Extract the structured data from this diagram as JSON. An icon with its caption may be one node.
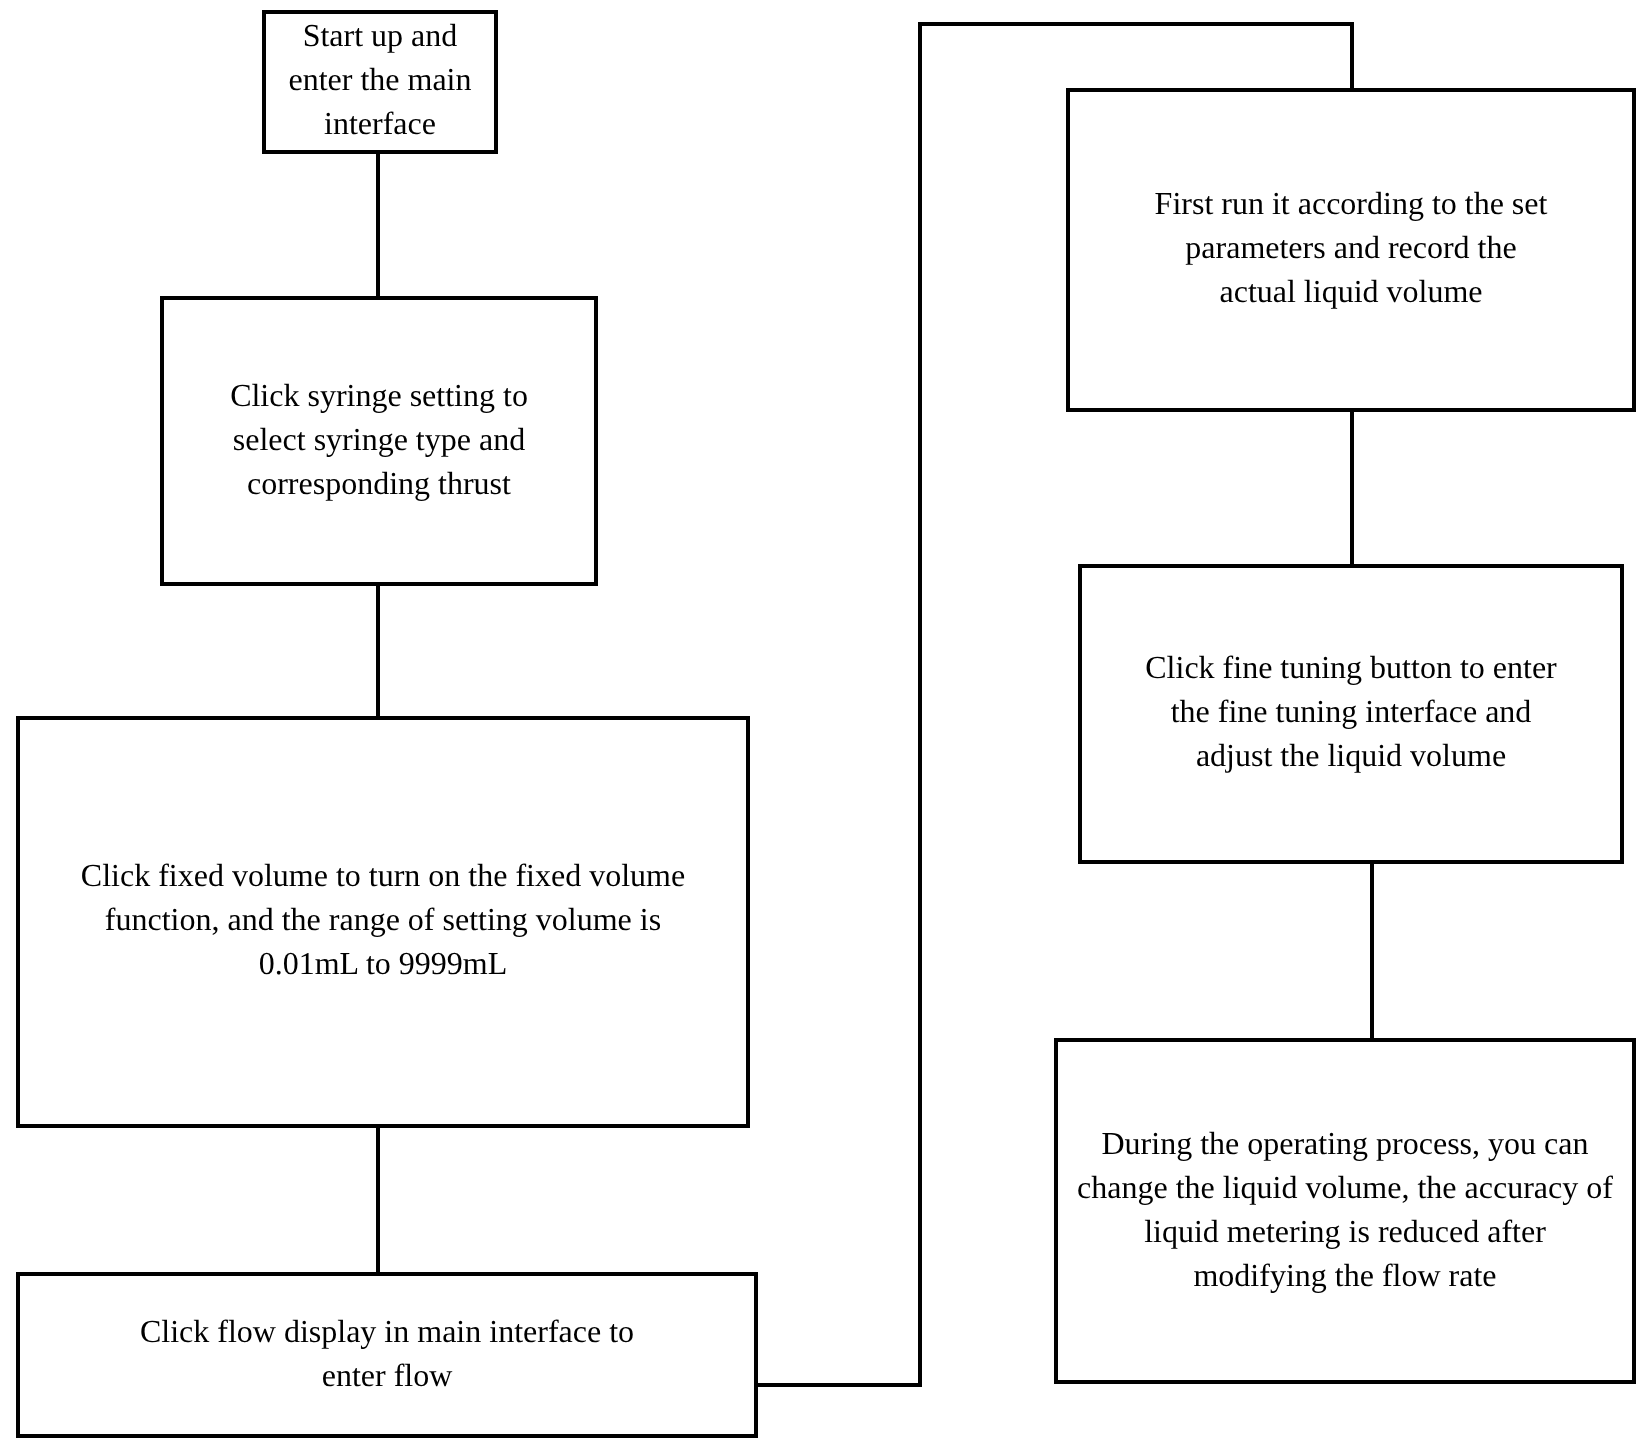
{
  "diagram": {
    "nodes": [
      {
        "text": [
          "Start up and enter the main interface"
        ]
      },
      {
        "text": [
          "Click syringe setting to select syringe type and corresponding thrust"
        ]
      },
      {
        "text": [
          "Click fixed volume to turn on the fixed volume function, and the range of setting volume is 0.01mL to 9999mL"
        ]
      },
      {
        "text": [
          "Click flow display in main interface to enter flow"
        ]
      },
      {
        "text": [
          "First run it according to the set parameters and record the actual liquid volume"
        ]
      },
      {
        "text": [
          "Click fine tuning button to enter the fine tuning interface and adjust the liquid volume"
        ]
      },
      {
        "text": [
          "During the operating process, you can change the liquid volume, the accuracy of liquid metering is reduced after modifying the flow rate"
        ]
      }
    ],
    "edges": [
      {
        "from": 0,
        "to": 1,
        "arrow": "none"
      },
      {
        "from": 1,
        "to": 2,
        "arrow": "none"
      },
      {
        "from": 2,
        "to": 3,
        "arrow": "none"
      },
      {
        "from": 3,
        "to": 4,
        "arrow": "none"
      },
      {
        "from": 4,
        "to": 5,
        "arrow": "none"
      },
      {
        "from": 5,
        "to": 6,
        "arrow": "none"
      }
    ]
  }
}
